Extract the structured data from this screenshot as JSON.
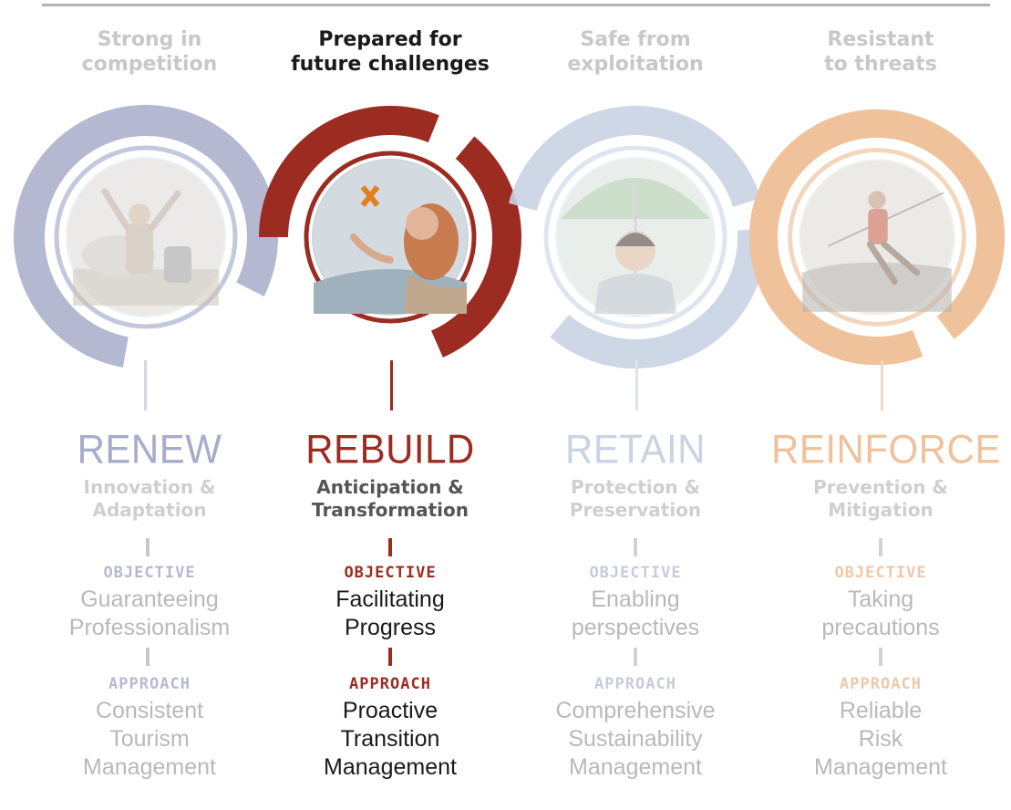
{
  "columns": [
    {
      "tagline": "Strong in\ncompetition",
      "name": "RENEW",
      "subtitle": "Innovation &\nAdaptation",
      "objective_label": "OBJECTIVE",
      "objective": "Guaranteeing\nProfessionalism",
      "approach_label": "APPROACH",
      "approach": "Consistent\nTourism\nManagement",
      "color": "#a7acc9",
      "image_icon": "celebrating-hiker-photo"
    },
    {
      "tagline": "Prepared for\nfuture challenges",
      "name": "REBUILD",
      "subtitle": "Anticipation &\nTransformation",
      "objective_label": "OBJECTIVE",
      "objective": "Facilitating\nProgress",
      "approach_label": "APPROACH",
      "approach": "Proactive\nTransition\nManagement",
      "color": "#9c2c22",
      "image_icon": "woman-with-butterfly-photo"
    },
    {
      "tagline": "Safe from\nexploitation",
      "name": "RETAIN",
      "subtitle": "Protection &\nPreservation",
      "objective_label": "OBJECTIVE",
      "objective": "Enabling\nperspectives",
      "approach_label": "APPROACH",
      "approach": "Comprehensive\nSustainability\nManagement",
      "color": "#c9d3e2",
      "image_icon": "child-under-umbrella-photo"
    },
    {
      "tagline": "Resistant\nto threats",
      "name": "REINFORCE",
      "subtitle": "Prevention &\nMitigation",
      "objective_label": "OBJECTIVE",
      "objective": "Taking\nprecautions",
      "approach_label": "APPROACH",
      "approach": "Reliable\nRisk\nManagement",
      "color": "#efc29c",
      "image_icon": "climber-on-rope-photo"
    }
  ]
}
